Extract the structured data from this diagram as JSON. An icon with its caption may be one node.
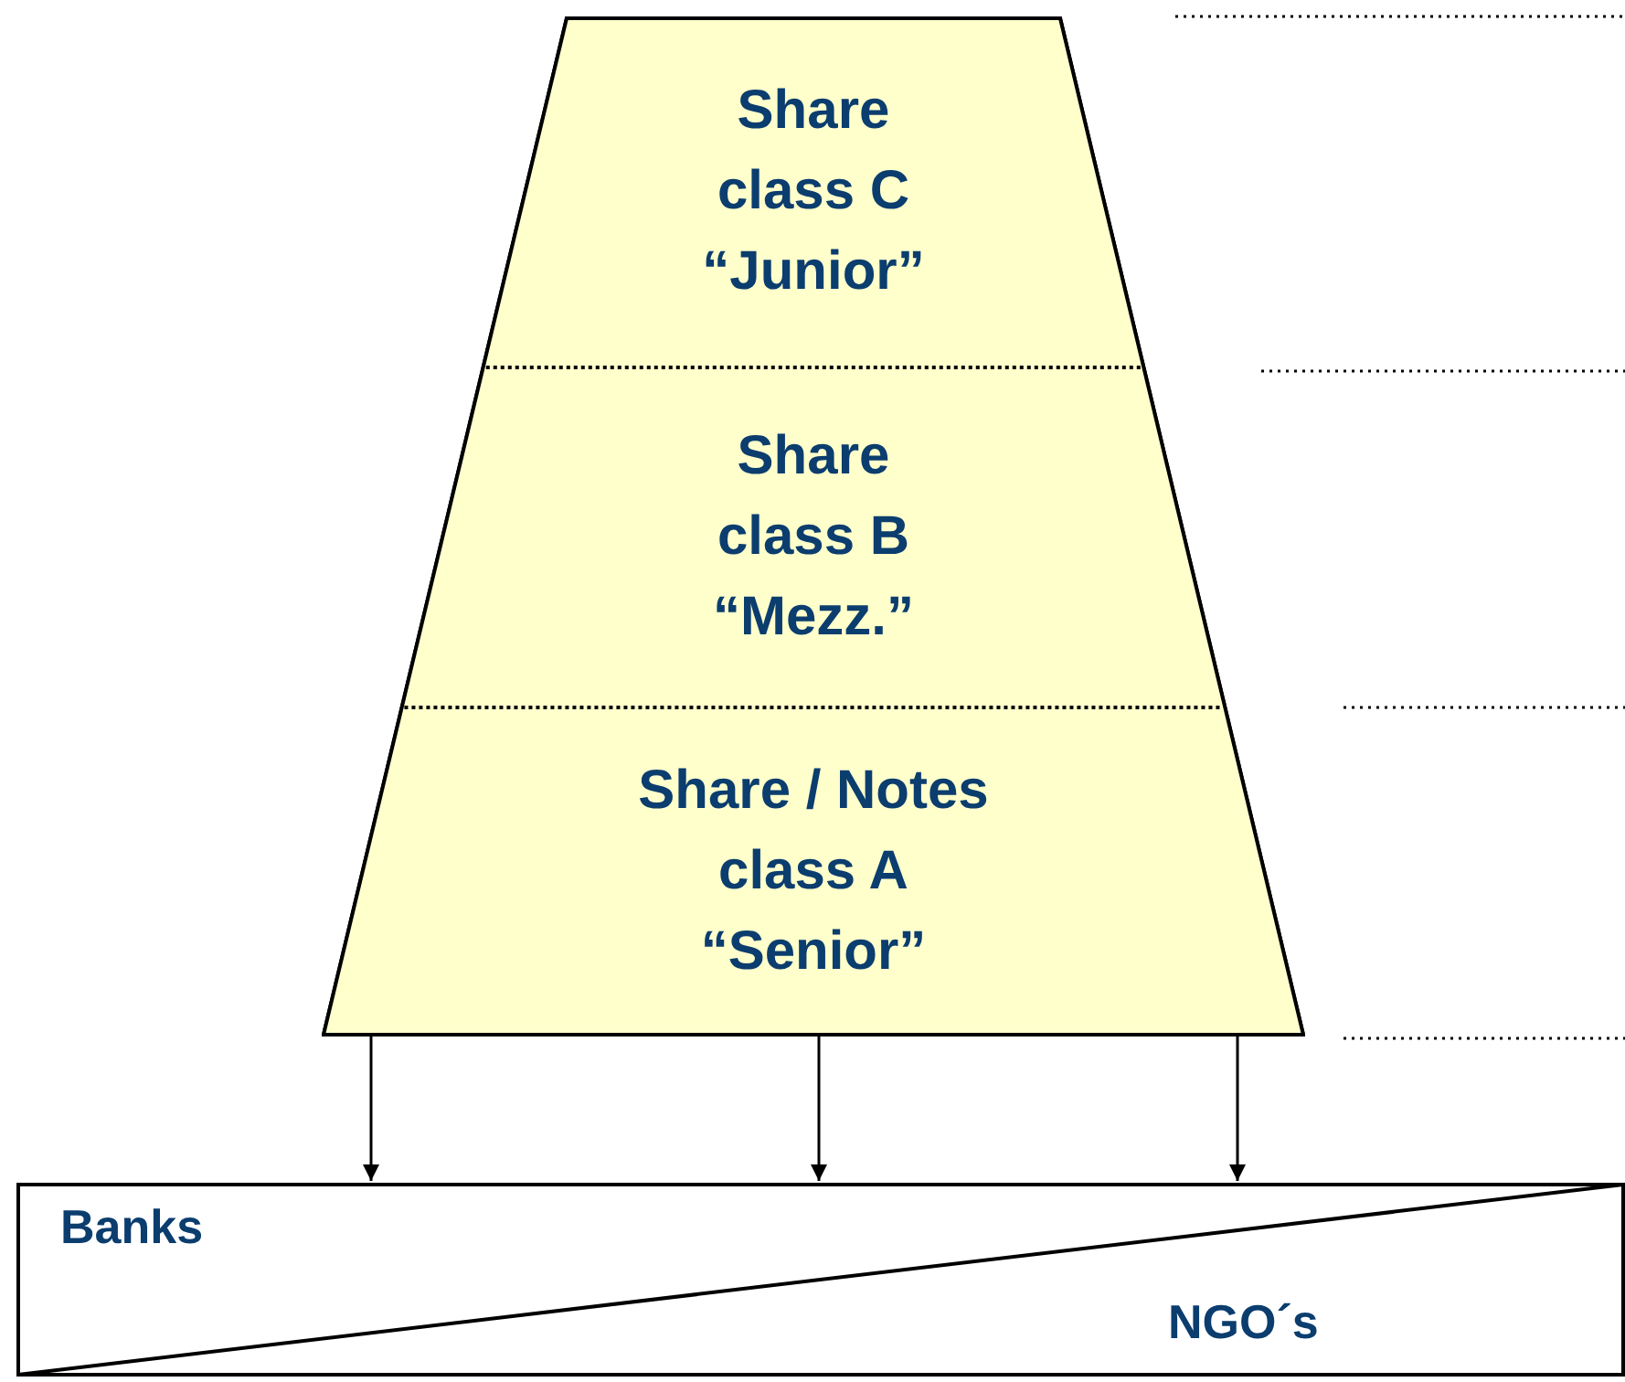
{
  "diagram": {
    "nodes": [
      {
        "text": [],
        "shape": "trapezoid"
      },
      {
        "text": [
          "Share class C “Junior”"
        ],
        "in": 0
      },
      {
        "text": [
          "Share class B “Mezz.”"
        ],
        "in": 0
      },
      {
        "text": [
          "Share / Notes class A “Senior”"
        ],
        "in": 0
      },
      {
        "text": [],
        "shape": "box"
      },
      {
        "text": [
          "Banks"
        ],
        "in": 4
      },
      {
        "text": [
          "NGO´s"
        ],
        "in": 4
      }
    ],
    "edges": [
      {
        "from": 3,
        "to": 4,
        "arrow": "to"
      },
      {
        "from": 3,
        "to": 4,
        "arrow": "to"
      },
      {
        "from": 3,
        "to": 4,
        "arrow": "to"
      }
    ]
  }
}
